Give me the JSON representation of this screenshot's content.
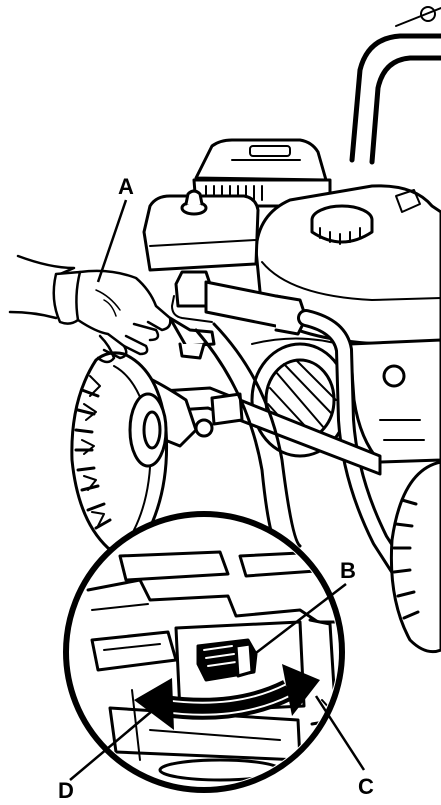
{
  "callouts": [
    {
      "id": "A",
      "label": "A"
    },
    {
      "id": "B",
      "label": "B"
    },
    {
      "id": "C",
      "label": "C"
    },
    {
      "id": "D",
      "label": "D"
    }
  ],
  "colors": {
    "ink": "#000000",
    "paper": "#ffffff",
    "arrow": "#000000"
  },
  "icons": {
    "arrow": "double-headed-curved-arrow-icon",
    "hand": "hand-icon"
  }
}
